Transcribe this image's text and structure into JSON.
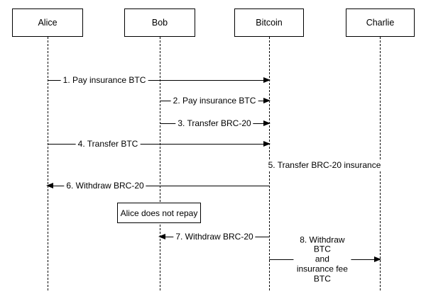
{
  "diagram": {
    "type": "sequence-diagram",
    "colors": {
      "line": "#000000",
      "background": "#ffffff",
      "text": "#000000"
    },
    "actors": [
      {
        "name": "Alice"
      },
      {
        "name": "Bob"
      },
      {
        "name": "Bitcoin"
      },
      {
        "name": "Charlie"
      }
    ],
    "messages": [
      {
        "label": "1. Pay insurance BTC",
        "from": "Alice",
        "to": "Bitcoin"
      },
      {
        "label": "2. Pay insurance BTC",
        "from": "Bob",
        "to": "Bitcoin"
      },
      {
        "label": "3. Transfer BRC-20",
        "from": "Bob",
        "to": "Bitcoin"
      },
      {
        "label": "4. Transfer BTC",
        "from": "Alice",
        "to": "Bitcoin"
      },
      {
        "label": "5. Transfer BRC-20 insurance",
        "from": "Charlie",
        "to": "Bitcoin"
      },
      {
        "label": "6. Withdraw BRC-20",
        "from": "Bitcoin",
        "to": "Alice"
      },
      {
        "label": "7. Withdraw BRC-20",
        "from": "Bitcoin",
        "to": "Bob"
      },
      {
        "label": "8. Withdraw BTC\nand insurance fee BTC",
        "from": "Bitcoin",
        "to": "Charlie"
      }
    ],
    "note": {
      "text": "Alice does not repay"
    }
  }
}
